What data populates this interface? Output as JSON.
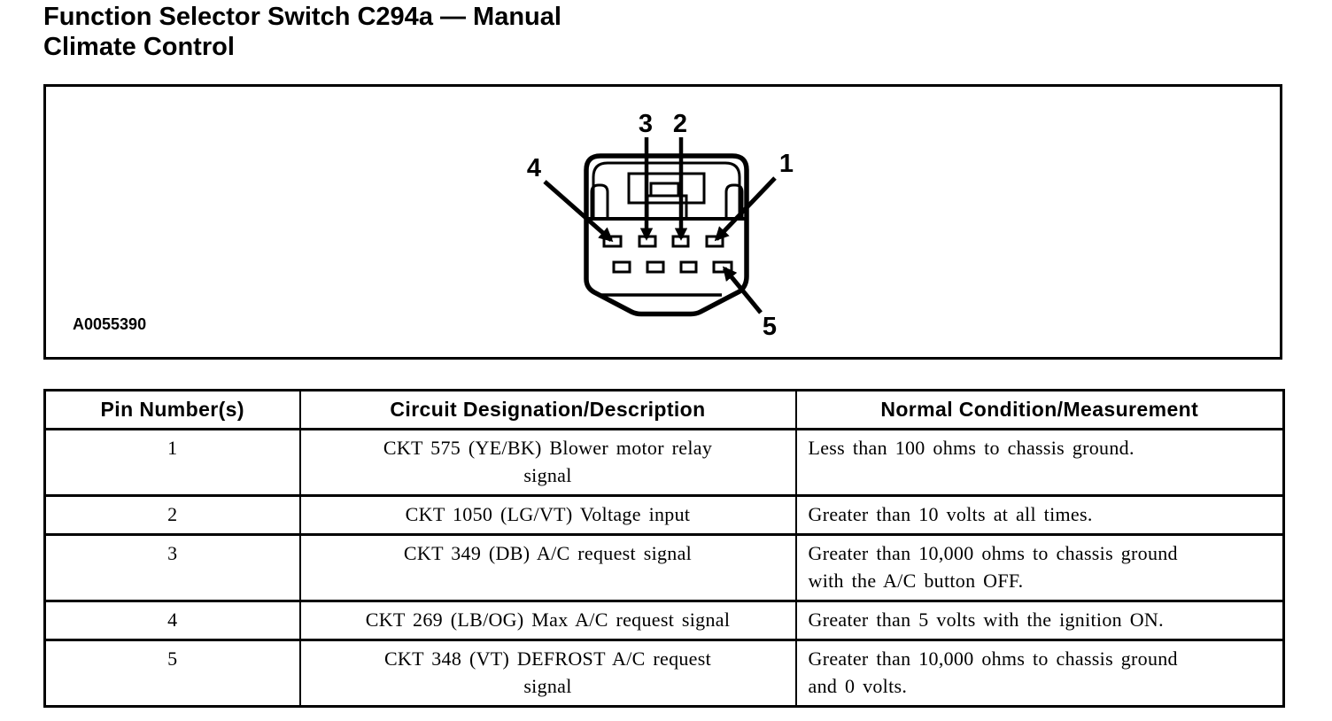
{
  "page": {
    "title_line1": "Function Selector Switch C294a — Manual",
    "title_line2": "Climate Control"
  },
  "figure": {
    "figure_id": "A0055390",
    "pin_labels": {
      "p1": "1",
      "p2": "2",
      "p3": "3",
      "p4": "4",
      "p5": "5"
    }
  },
  "table": {
    "headers": [
      "Pin Number(s)",
      "Circuit Designation/Description",
      "Normal Condition/Measurement"
    ],
    "rows": [
      {
        "pin": "1",
        "circuit": "CKT 575 (YE/BK) Blower motor relay\nsignal",
        "condition": "Less than 100 ohms to chassis ground."
      },
      {
        "pin": "2",
        "circuit": "CKT 1050 (LG/VT) Voltage input",
        "condition": "Greater than 10 volts at all times."
      },
      {
        "pin": "3",
        "circuit": "CKT 349 (DB) A/C request signal",
        "condition": "Greater than 10,000 ohms to chassis ground\nwith the A/C button OFF."
      },
      {
        "pin": "4",
        "circuit": "CKT 269 (LB/OG) Max A/C request signal",
        "condition": "Greater than 5 volts with the ignition ON."
      },
      {
        "pin": "5",
        "circuit": "CKT 348 (VT) DEFROST A/C request\nsignal",
        "condition": "Greater than 10,000 ohms to chassis ground\nand 0 volts."
      }
    ]
  }
}
